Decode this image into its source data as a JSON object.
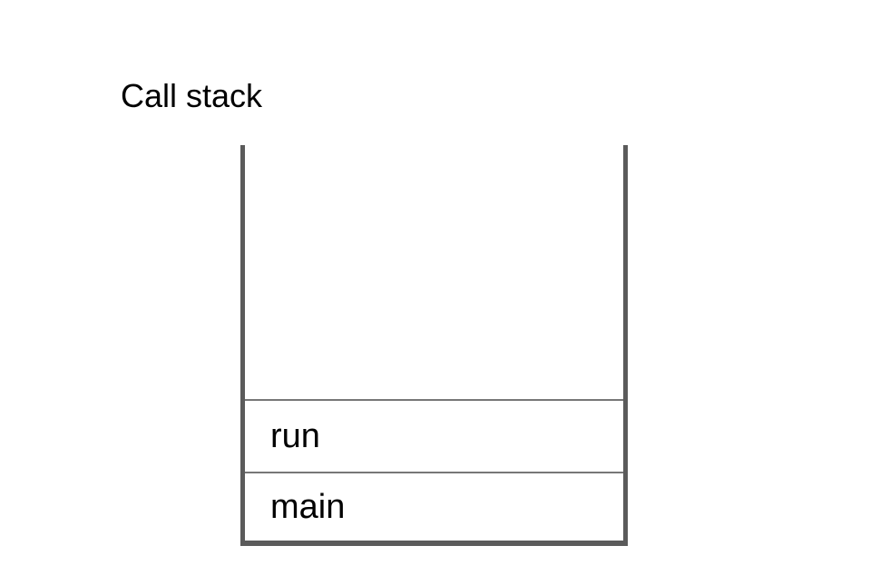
{
  "diagram": {
    "title": "Call stack",
    "frames": [
      {
        "label": "run"
      },
      {
        "label": "main"
      }
    ],
    "colors": {
      "wall": "#5b5b5b",
      "divider": "#777777",
      "text": "#000000",
      "background": "#ffffff"
    }
  }
}
